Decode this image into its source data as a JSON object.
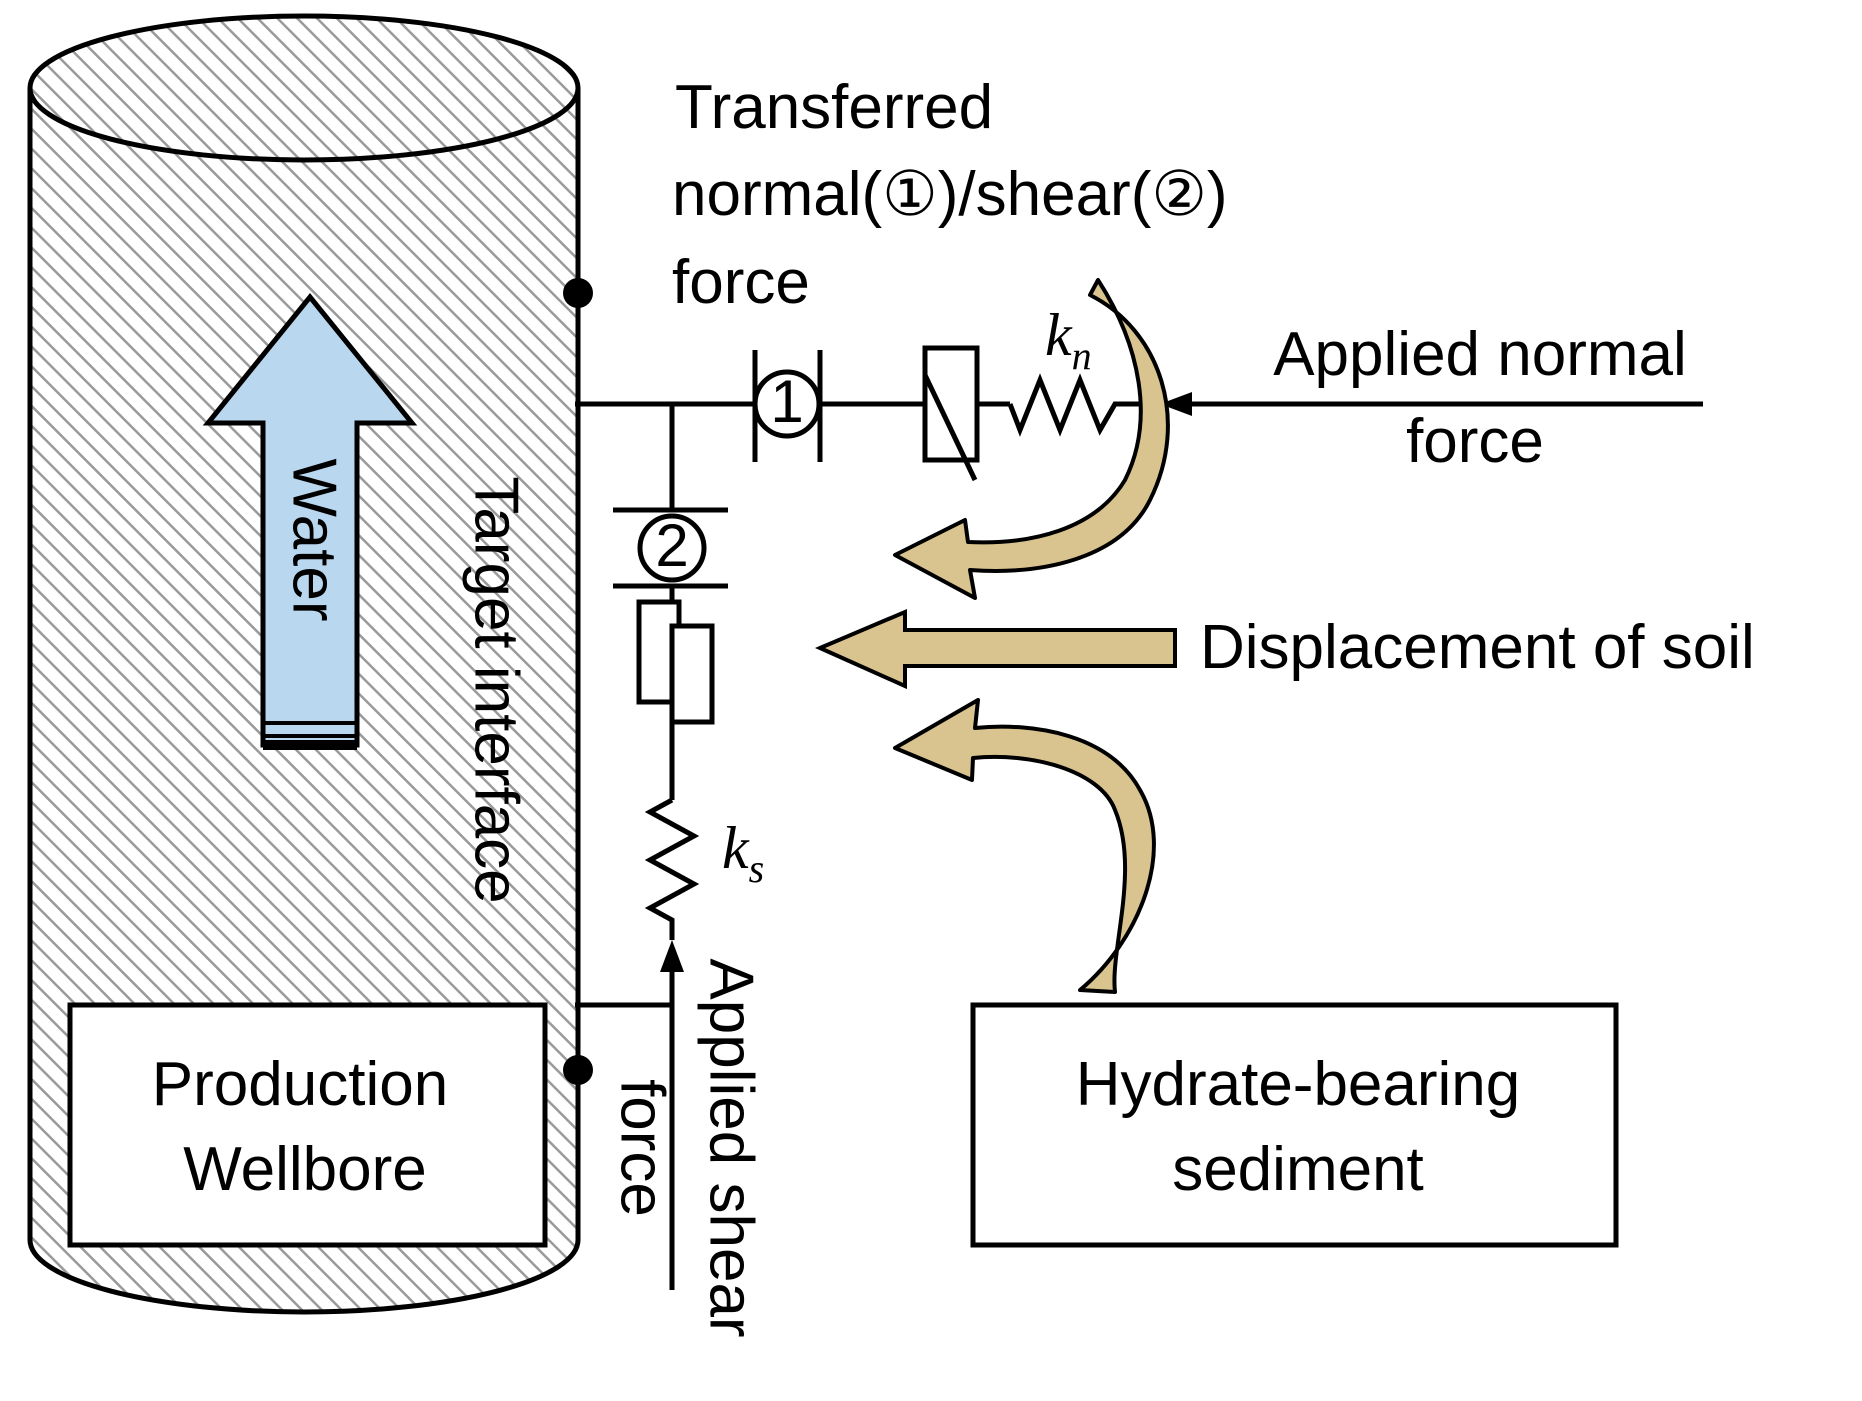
{
  "labels": {
    "transferred_line1": "Transferred",
    "transferred_line2": "normal(①)/shear(②)",
    "transferred_line3": "force",
    "applied_normal_line1": "Applied normal",
    "applied_normal_line2": "force",
    "displacement": "Displacement of soil",
    "applied_shear_line1": "Applied shear",
    "applied_shear_line2": "force",
    "target_interface": "Target interface",
    "water": "Water",
    "kn_main": "k",
    "kn_sub": "n",
    "ks_main": "k",
    "ks_sub": "s",
    "marker_1": "1",
    "marker_2": "2"
  },
  "boxes": {
    "production_line1": "Production",
    "production_line2": "Wellbore",
    "hydrate_line1": "Hydrate-bearing",
    "hydrate_line2": "sediment"
  },
  "colors": {
    "soil_arrow": "#d9c48f",
    "water_arrow": "#b9d7ee",
    "hatch": "#9a9a9a"
  }
}
